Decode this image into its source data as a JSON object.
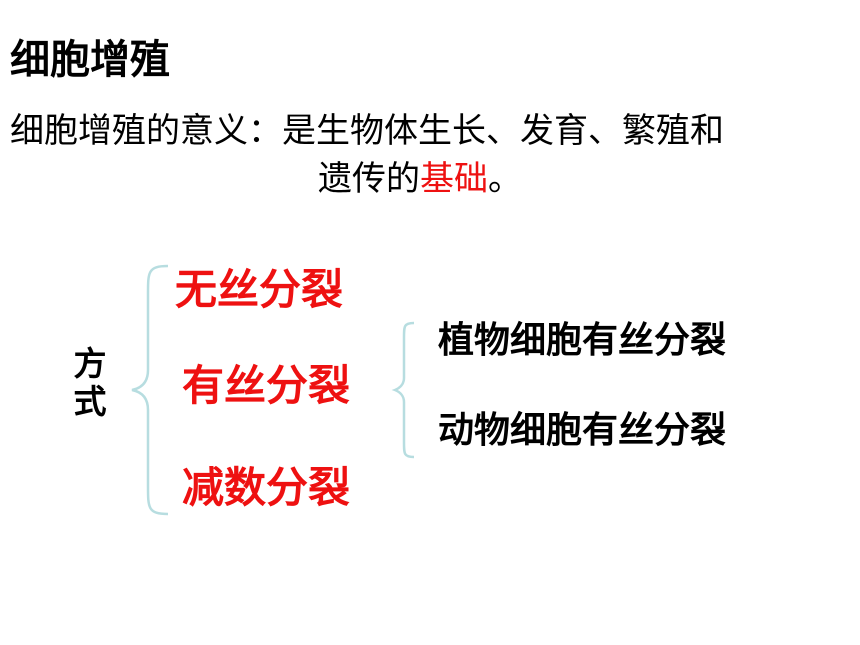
{
  "slide": {
    "title": "细胞增殖",
    "meaning": {
      "prefix": "细胞增殖的意义：",
      "line1_rest": "是生物体生长、发育、繁殖和",
      "line2_before": "遗传的",
      "line2_highlight": "基础",
      "line2_after": "。"
    },
    "mode_label_chars": [
      "方",
      "式"
    ],
    "divisions": [
      "无丝分裂",
      "有丝分裂",
      "减数分裂"
    ],
    "mitosis_types": [
      "植物细胞有丝分裂",
      "动物细胞有丝分裂"
    ]
  },
  "colors": {
    "highlight": "#ee1111",
    "brace": "#b7dde0",
    "text": "#000000"
  }
}
